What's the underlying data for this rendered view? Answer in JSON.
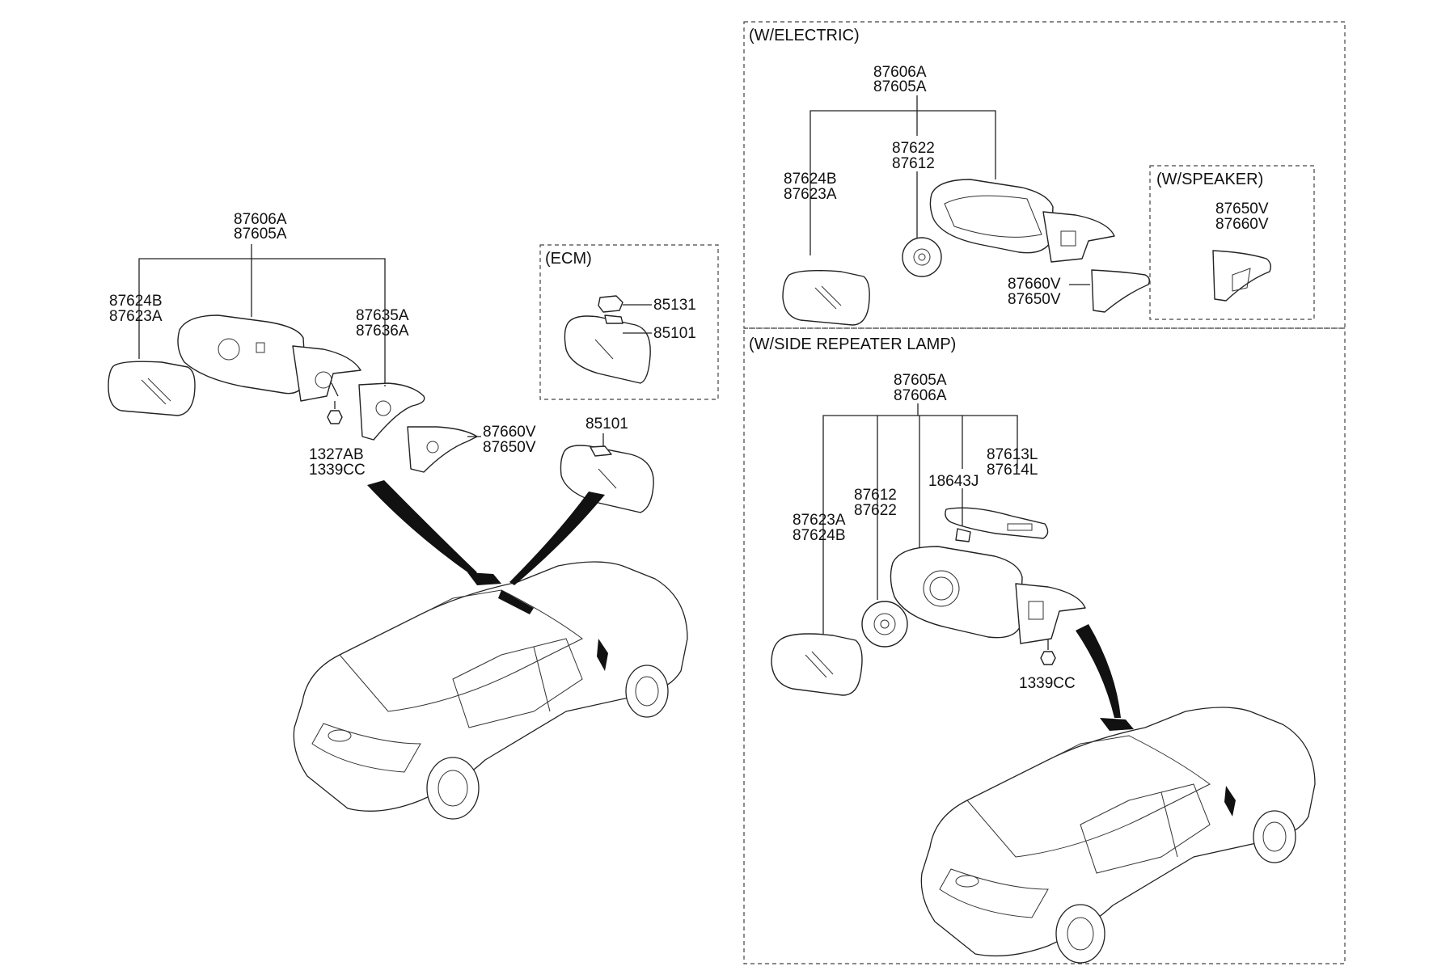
{
  "sections": {
    "electric": "(W/ELECTRIC)",
    "speaker": "(W/SPEAKER)",
    "repeater": "(W/SIDE REPEATER LAMP)",
    "ecm": "(ECM)"
  },
  "labels": {
    "main_assy_1": "87606A",
    "main_assy_2": "87605A",
    "main_glass_1": "87624B",
    "main_glass_2": "87623A",
    "main_cover_1": "87635A",
    "main_cover_2": "87636A",
    "main_garnish_1": "87660V",
    "main_garnish_2": "87650V",
    "main_nut_1": "1327AB",
    "main_nut_2": "1339CC",
    "ecm_bracket": "85131",
    "ecm_mirror": "85101",
    "inside_mirror": "85101",
    "el_assy_1": "87606A",
    "el_assy_2": "87605A",
    "el_actuator_1": "87622",
    "el_actuator_2": "87612",
    "el_glass_1": "87624B",
    "el_glass_2": "87623A",
    "el_garnish_1": "87660V",
    "el_garnish_2": "87650V",
    "sp_garnish_1": "87650V",
    "sp_garnish_2": "87660V",
    "rp_assy_1": "87605A",
    "rp_assy_2": "87606A",
    "rp_lamp_1": "87613L",
    "rp_lamp_2": "87614L",
    "rp_bulb": "18643J",
    "rp_actuator_1": "87612",
    "rp_actuator_2": "87622",
    "rp_glass_1": "87623A",
    "rp_glass_2": "87624B",
    "rp_nut": "1339CC"
  }
}
